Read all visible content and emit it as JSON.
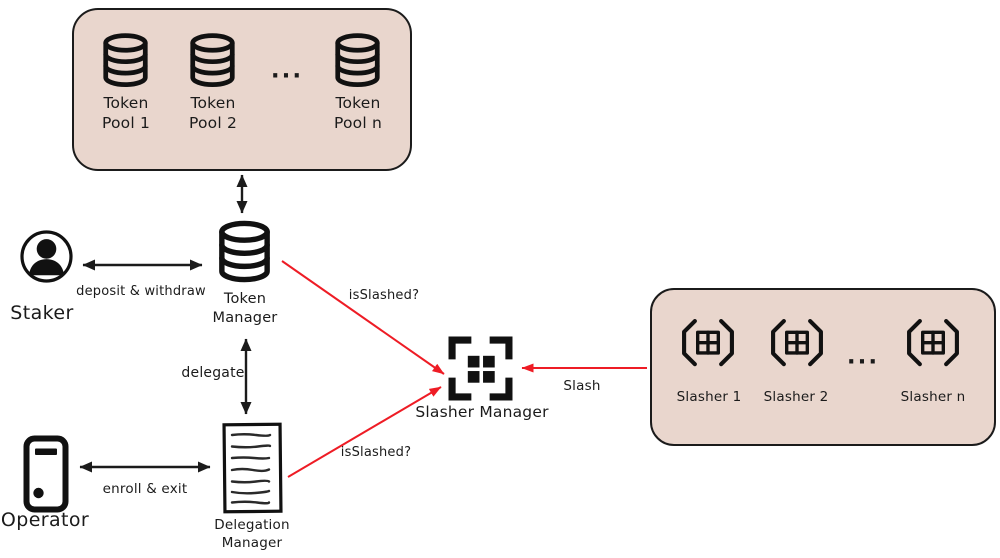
{
  "colors": {
    "container_fill": "#e9d6cd",
    "container_border": "#1b1b1b",
    "arrow_black": "#1b1b1b",
    "arrow_red": "#ee1c25"
  },
  "token_pools": {
    "items": [
      {
        "icon": "database-icon",
        "line1": "Token",
        "line2": "Pool 1"
      },
      {
        "icon": "database-icon",
        "line1": "Token",
        "line2": "Pool 2"
      },
      {
        "icon": "database-icon",
        "line1": "Token",
        "line2": "Pool n"
      }
    ],
    "ellipsis": "..."
  },
  "nodes": {
    "staker": {
      "icon": "person-icon",
      "label": "Staker"
    },
    "token_manager": {
      "icon": "database-icon",
      "line1": "Token",
      "line2": "Manager"
    },
    "delegation_manager": {
      "icon": "document-icon",
      "line1": "Delegation",
      "line2": "Manager"
    },
    "operator": {
      "icon": "server-icon",
      "label": "Operator"
    },
    "slasher_manager": {
      "icon": "modules-icon",
      "label": "Slasher Manager"
    }
  },
  "edges": {
    "deposit_withdraw": "deposit & withdraw",
    "delegate": "delegate",
    "enroll_exit": "enroll & exit",
    "is_slashed_top": "isSlashed?",
    "is_slashed_bottom": "isSlashed?",
    "slash": "Slash"
  },
  "slashers": {
    "items": [
      {
        "icon": "slasher-icon",
        "label": "Slasher 1"
      },
      {
        "icon": "slasher-icon",
        "label": "Slasher 2"
      },
      {
        "icon": "slasher-icon",
        "label": "Slasher n"
      }
    ],
    "ellipsis": "..."
  }
}
